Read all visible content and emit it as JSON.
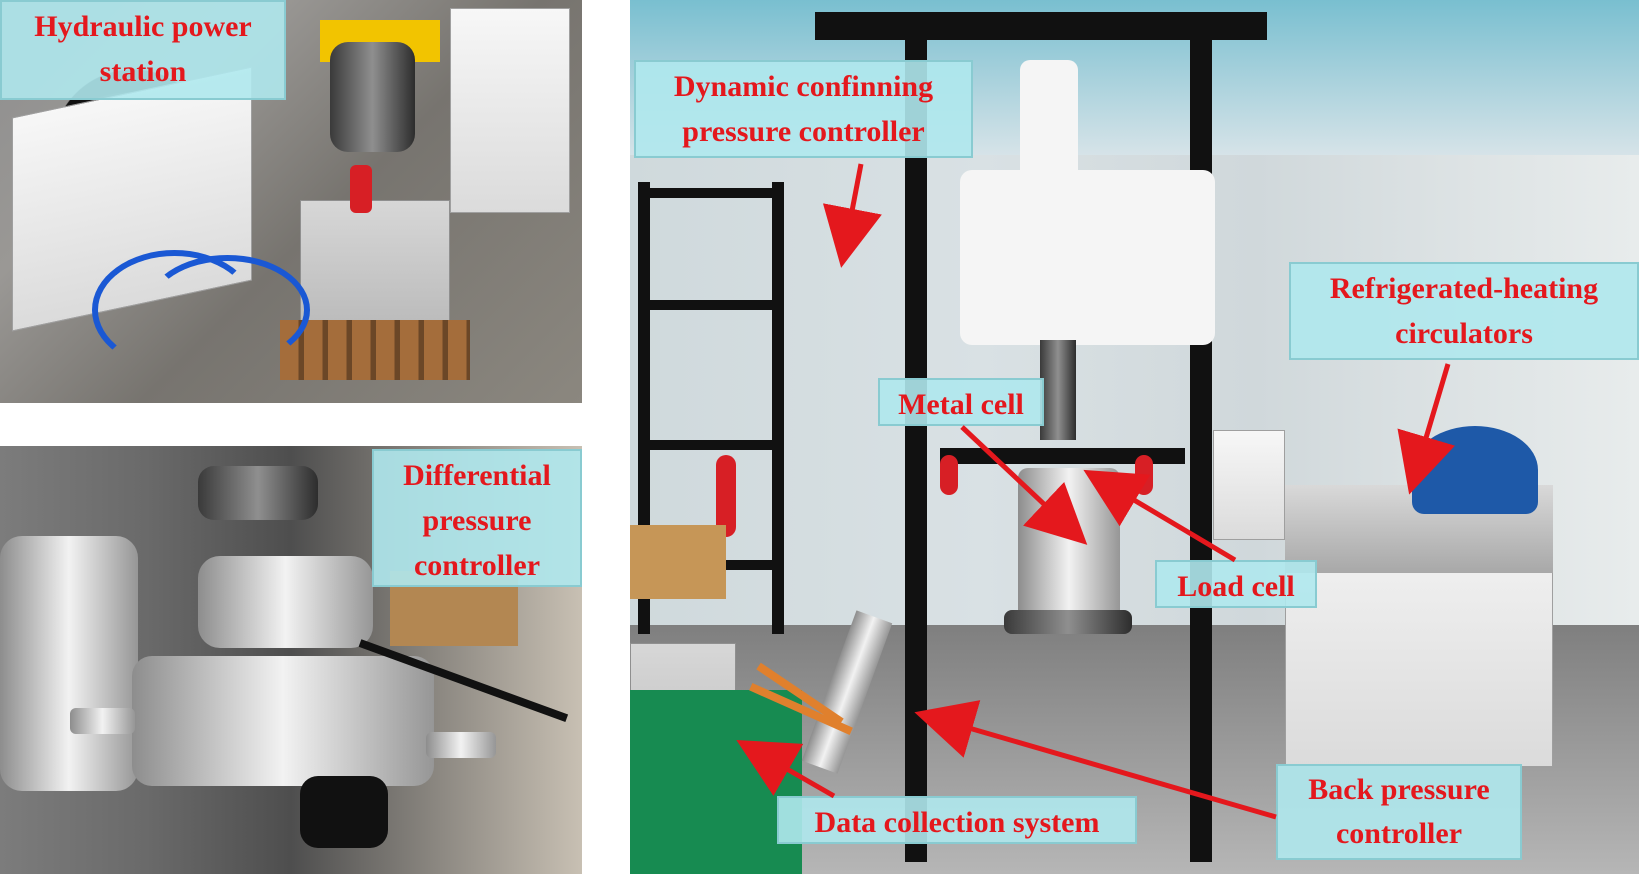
{
  "panels": {
    "hydraulic_power_station": {
      "label": "Hydraulic power station"
    },
    "differential_pressure_controller": {
      "label": "Differential pressure controller"
    },
    "main_setup": {
      "labels": {
        "dynamic_confining_pressure_controller": "Dynamic confinning pressure controller",
        "metal_cell": "Metal cell",
        "refrigerated_heating_circulators": "Refrigerated-heating circulators",
        "load_cell": "Load cell",
        "back_pressure_controller": "Back pressure controller",
        "data_collection_system": "Data collection system"
      }
    }
  },
  "colors": {
    "label_text": "#e4181d",
    "label_background": "#afe8ed",
    "arrow": "#e4181d"
  }
}
